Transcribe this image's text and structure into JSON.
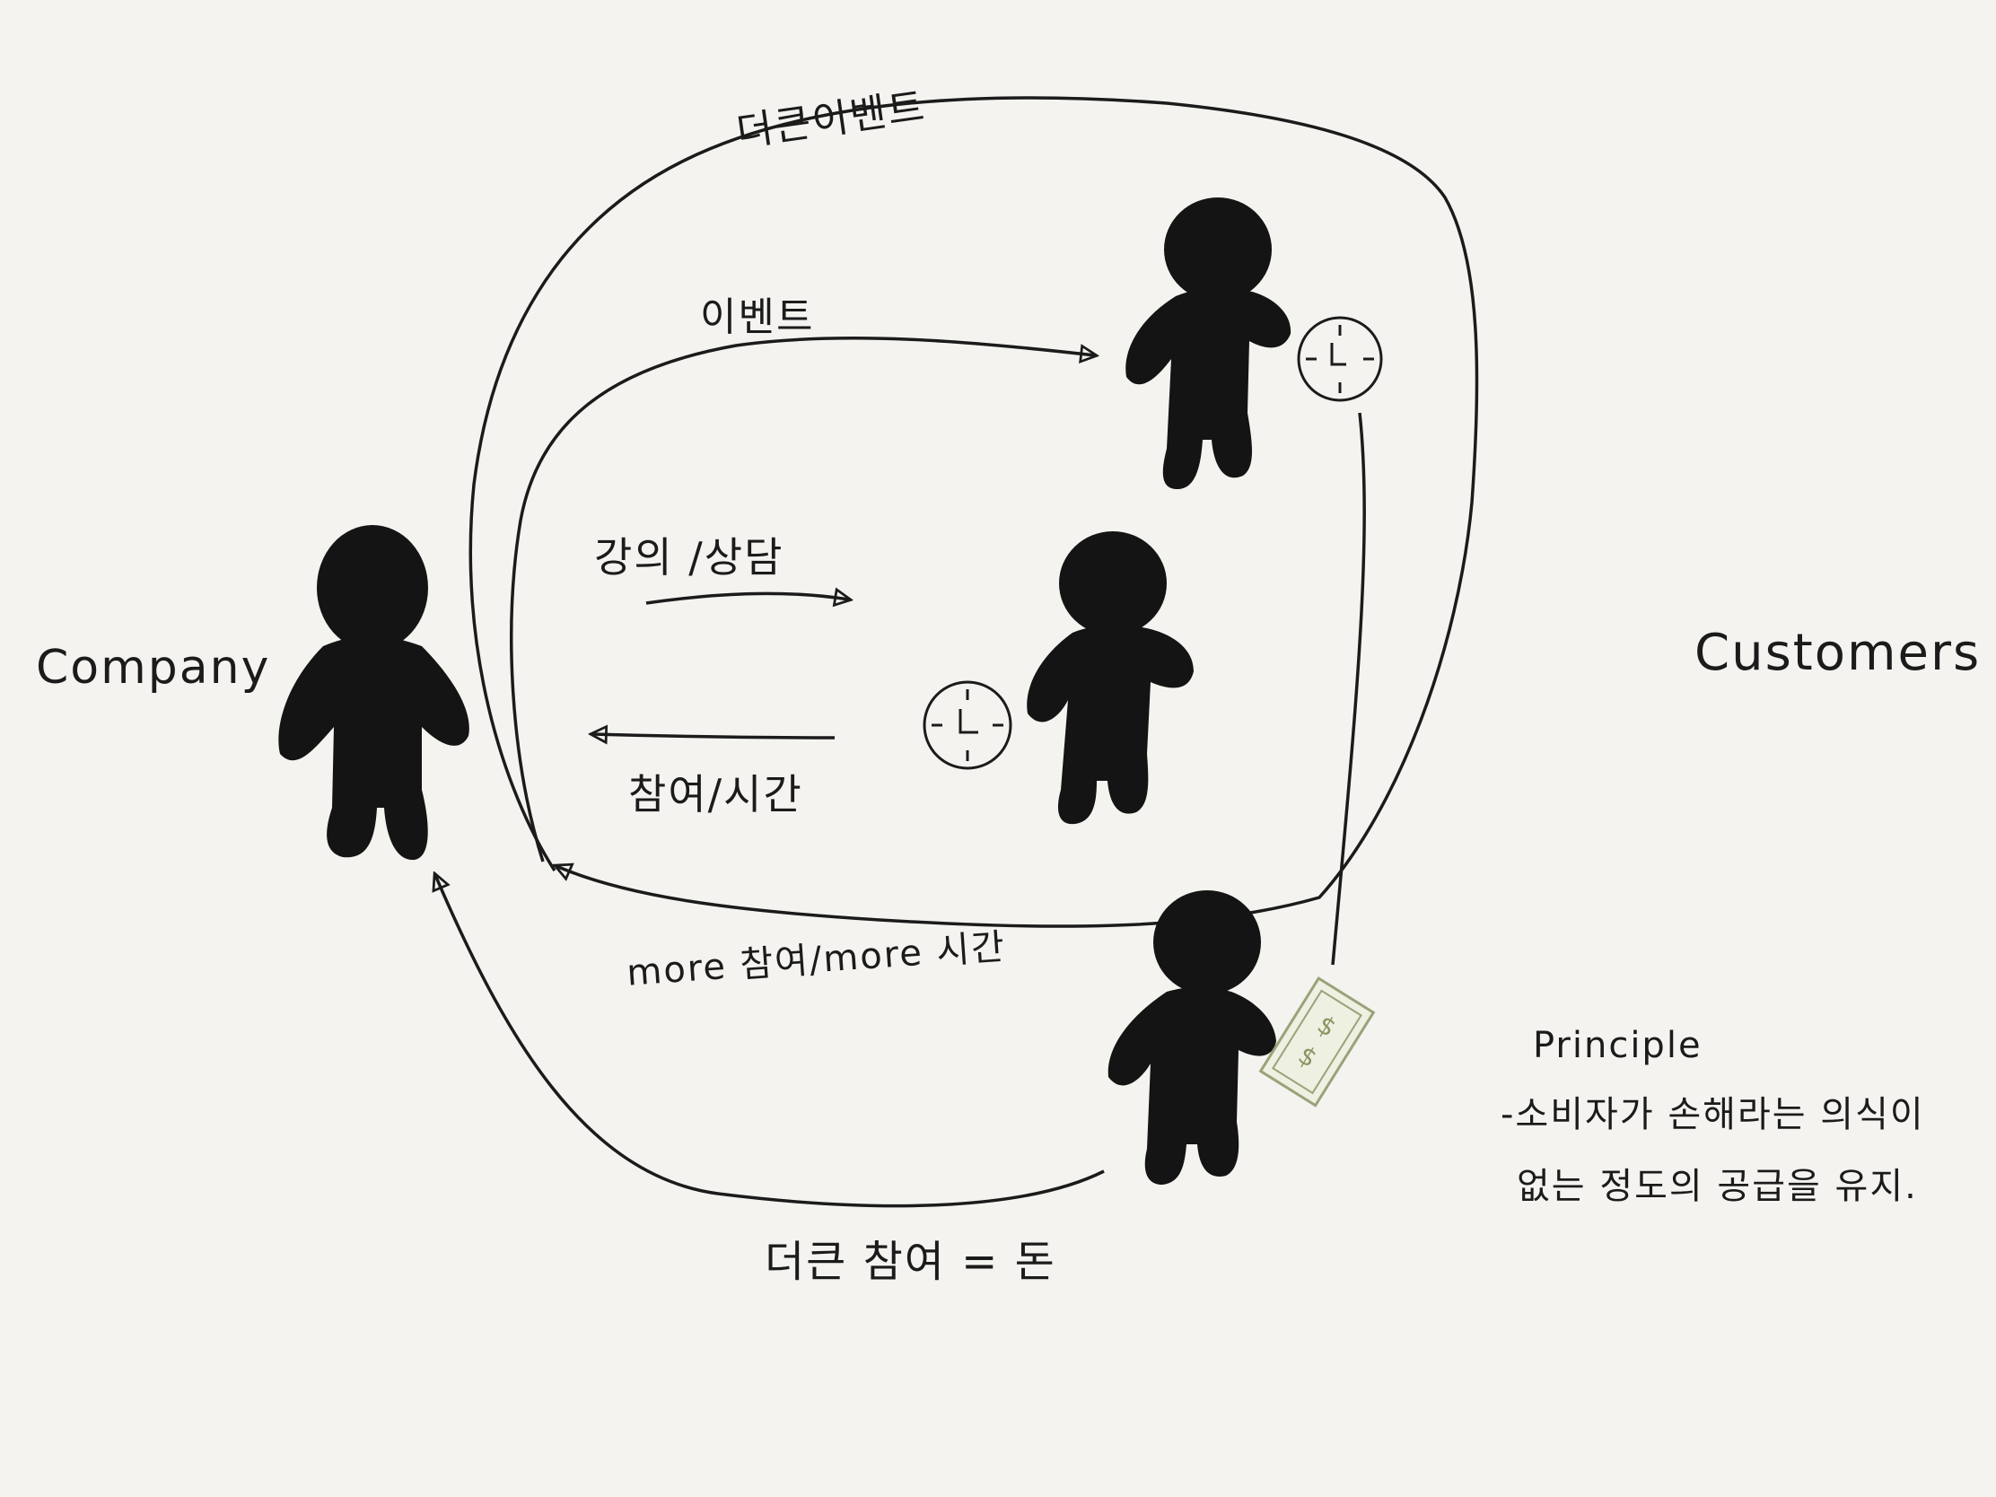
{
  "diagram": {
    "actors": {
      "company": "Company",
      "customers": "Customers"
    },
    "flows": {
      "bigger_event": "더큰이벤트",
      "event": "이벤트",
      "lecture_consult": "강의 /상담",
      "participation_time": "참여/시간",
      "more_participation_time": "more 참여/more 시간",
      "bigger_participation_money": "더큰 참여 = 돈"
    },
    "principle": {
      "title": "Principle",
      "line1": "-소비자가 손해라는 의식이",
      "line2": "없는 정도의 공급을 유지."
    },
    "colors": {
      "background": "#f4f3ef",
      "ink": "#1b1b1b",
      "money": "#9aa27a"
    },
    "icons": [
      "person-icon",
      "clock-icon",
      "money-bill-icon"
    ]
  }
}
